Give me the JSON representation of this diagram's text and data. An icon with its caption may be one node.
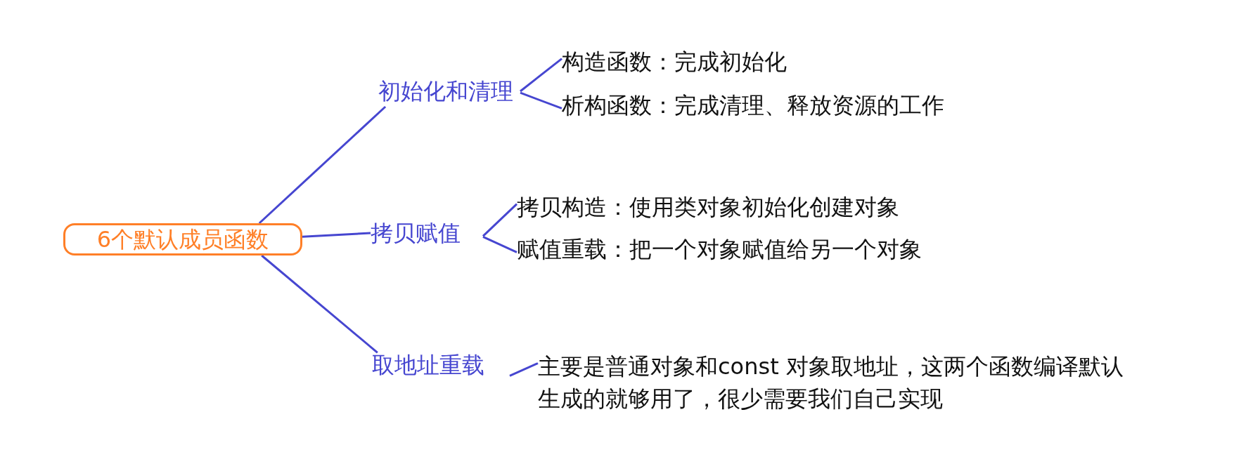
{
  "diagram": {
    "nodes": [
      {
        "text": [
          "6个默认成员函数"
        ]
      },
      {
        "text": [
          "初始化和清理"
        ]
      },
      {
        "text": [
          "构造函数：完成初始化"
        ]
      },
      {
        "text": [
          "析构函数：完成清理、释放资源的工作"
        ]
      },
      {
        "text": [
          "拷贝赋值"
        ]
      },
      {
        "text": [
          "拷贝构造：使用类对象初始化创建对象"
        ]
      },
      {
        "text": [
          "赋值重载：把一个对象赋值给另一个对象"
        ]
      },
      {
        "text": [
          "取地址重载"
        ]
      },
      {
        "text": [
          "主要是普通对象和const 对象取地址，这两个函数编译默认生成的就够用了，很少需要我们自己实现"
        ]
      }
    ],
    "edges": [
      {
        "from": 0,
        "to": 1,
        "arrow": "none"
      },
      {
        "from": 0,
        "to": 4,
        "arrow": "none"
      },
      {
        "from": 0,
        "to": 7,
        "arrow": "none"
      },
      {
        "from": 1,
        "to": 2,
        "arrow": "none"
      },
      {
        "from": 1,
        "to": 3,
        "arrow": "none"
      },
      {
        "from": 4,
        "to": 5,
        "arrow": "none"
      },
      {
        "from": 4,
        "to": 6,
        "arrow": "none"
      },
      {
        "from": 7,
        "to": 8,
        "arrow": "none"
      }
    ]
  }
}
